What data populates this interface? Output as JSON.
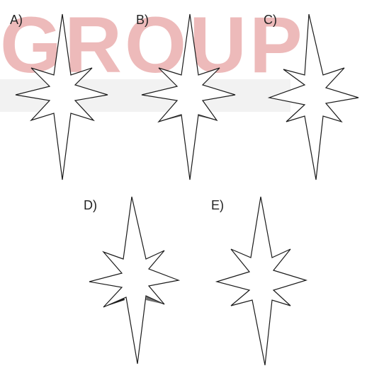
{
  "watermark": {
    "text": "GROUP"
  },
  "colors": {
    "shade": "#6e6e6e",
    "outline": "#1a1a1a",
    "watermark": "#e8a4a4"
  },
  "options": [
    {
      "label": "A)"
    },
    {
      "label": "B)"
    },
    {
      "label": "C)"
    },
    {
      "label": "D)"
    },
    {
      "label": "E)"
    }
  ]
}
